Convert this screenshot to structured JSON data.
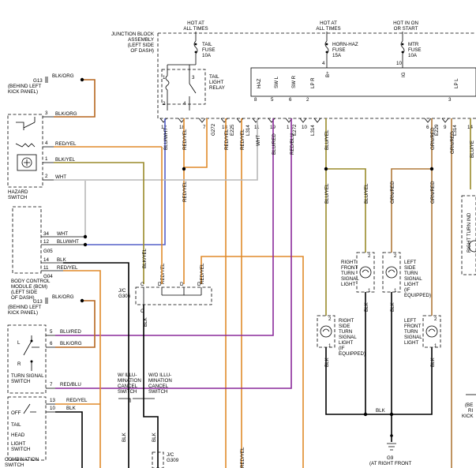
{
  "colors": {
    "blk_org": "#b5651d",
    "red_yel": "#e08a2a",
    "blk_yel": "#9a8a2a",
    "wht": "#b8b8b8",
    "blu_wht": "#5560c8",
    "blk": "#000000",
    "blu_red": "#8a2a9a",
    "red_blu": "#8a2a9a",
    "blu_yel": "#9a8a2a",
    "grn_red": "#b07a3a"
  },
  "top": {
    "hot_left": [
      "HOT AT",
      "ALL TIMES"
    ],
    "hot_mid": [
      "HOT AT",
      "ALL TIMES"
    ],
    "hot_right": [
      "HOT IN ON",
      "OR START"
    ]
  },
  "junction_block": [
    "JUNCTION BLOCK",
    "ASSEMBLY",
    "(LEFT SIDE",
    "OF DASH)"
  ],
  "fuses": {
    "tail": [
      "TAIL",
      "FUSE",
      "10A"
    ],
    "horn": [
      "HORN-HAZ",
      "FUSE",
      "15A"
    ],
    "mtr": [
      "MTR",
      "FUSE",
      "10A"
    ]
  },
  "tail_relay": [
    "TAIL",
    "LIGHT",
    "RELAY"
  ],
  "relay_pins": [
    "1",
    "3",
    "2",
    "4"
  ],
  "bar_pin_labels": [
    "HAZ",
    "SW L",
    "SW R",
    "LP R",
    "B+",
    "IG",
    "LP L"
  ],
  "bar_pin_nums": [
    "8",
    "5",
    "6",
    "2",
    "4",
    "10",
    "3"
  ],
  "header_pins": [
    "12",
    "18",
    "7",
    "18",
    "11",
    "19",
    "1",
    "10",
    "6",
    "9",
    "14"
  ],
  "header_codes": [
    "G272",
    "E225",
    "L314",
    "E272",
    "L314",
    "E229",
    "L314"
  ],
  "wire_labels": {
    "blu_wht": "BLU/WHT",
    "red_yel": "RED/YEL",
    "wht": "WHT",
    "blu_red": "BLU/RED",
    "red_blu": "RED/BLU",
    "blu_yel": "BLU/YEL",
    "grn_red": "GRN/RED",
    "blk_org": "BLK/ORG",
    "blk_yel": "BLK/YEL",
    "blk": "BLK"
  },
  "g13_top": [
    "G13",
    "(BEHIND LEFT",
    "KICK PANEL)"
  ],
  "g13_mid": [
    "G13",
    "(BEHIND LEFT",
    "KICK PANEL)"
  ],
  "hazard": {
    "label": [
      "HAZARD",
      "SWITCH"
    ],
    "pins": [
      "3",
      "4",
      "1",
      "2"
    ],
    "wires": [
      "BLK/ORG",
      "RED/YEL",
      "BLK/YEL",
      "WHT"
    ]
  },
  "bcm": {
    "label": [
      "BODY CONTROL",
      "MODULE (BCM)",
      "(LEFT SIDE",
      "OF DASH)"
    ],
    "pins": [
      "34",
      "12",
      "14",
      "11"
    ],
    "wires": [
      "WHT",
      "BLU/WHT",
      "BLK",
      "RED/YEL"
    ],
    "conn": [
      "G05",
      "G04"
    ]
  },
  "jc_g306": {
    "label": [
      "J/C",
      "G306"
    ],
    "pins": [
      "C",
      "D",
      "D",
      "D",
      "D"
    ],
    "wires": [
      "BLK/YEL",
      "RED/YEL",
      "RED/YEL",
      "RED/YEL"
    ],
    "bottom": [
      "C",
      "BLK"
    ]
  },
  "turn_switch": {
    "label": [
      "TURN SIGNAL",
      "SWITCH"
    ],
    "pins": [
      "5",
      "6",
      "7"
    ],
    "pos": [
      "L",
      "R"
    ],
    "wires": [
      "BLU/RED",
      "BLK/ORG",
      "RED/BLU"
    ]
  },
  "combo_switch": {
    "positions": [
      "OFF",
      "TAIL",
      "HEAD"
    ],
    "pins": [
      "13",
      "10"
    ],
    "wires": [
      "RED/YEL",
      "BLK"
    ],
    "label": [
      "COMBINATION",
      "SWITCH"
    ],
    "light_switch": [
      "LIGHT",
      "SWITCH"
    ]
  },
  "cancel_w": [
    "W/ ILLU-",
    "MINATION",
    "CANCEL",
    "SWITCH"
  ],
  "cancel_wo": [
    "W/O ILLU-",
    "MINATION",
    "CANCEL",
    "SWITCH"
  ],
  "jc_g309": [
    "J/C",
    "G309"
  ],
  "lights": {
    "rf_turn": [
      "RIGHT",
      "FRONT",
      "TURN",
      "SIGNAL",
      "LIGHT"
    ],
    "ls_turn": [
      "LEFT",
      "SIDE",
      "TURN",
      "SIGNAL",
      "LIGHT",
      "(IF",
      "EQUIPPED)"
    ],
    "rs_turn": [
      "RIGHT",
      "SIDE",
      "TURN",
      "SIGNAL",
      "LIGHT",
      "(IF",
      "EQUIPPED)"
    ],
    "lf_turn": [
      "LEFT",
      "FRONT",
      "TURN",
      "SIGNAL",
      "LIGHT"
    ],
    "pin_top": "2",
    "pin_bot": "1"
  },
  "ground_g9": [
    "G9",
    "(AT RIGHT FRONT"
  ],
  "right_edge": {
    "rt_ind": "RIGHT TURN IND",
    "cut_texts": [
      "BLU/YE",
      "(BE",
      "RI",
      "KICK"
    ]
  }
}
